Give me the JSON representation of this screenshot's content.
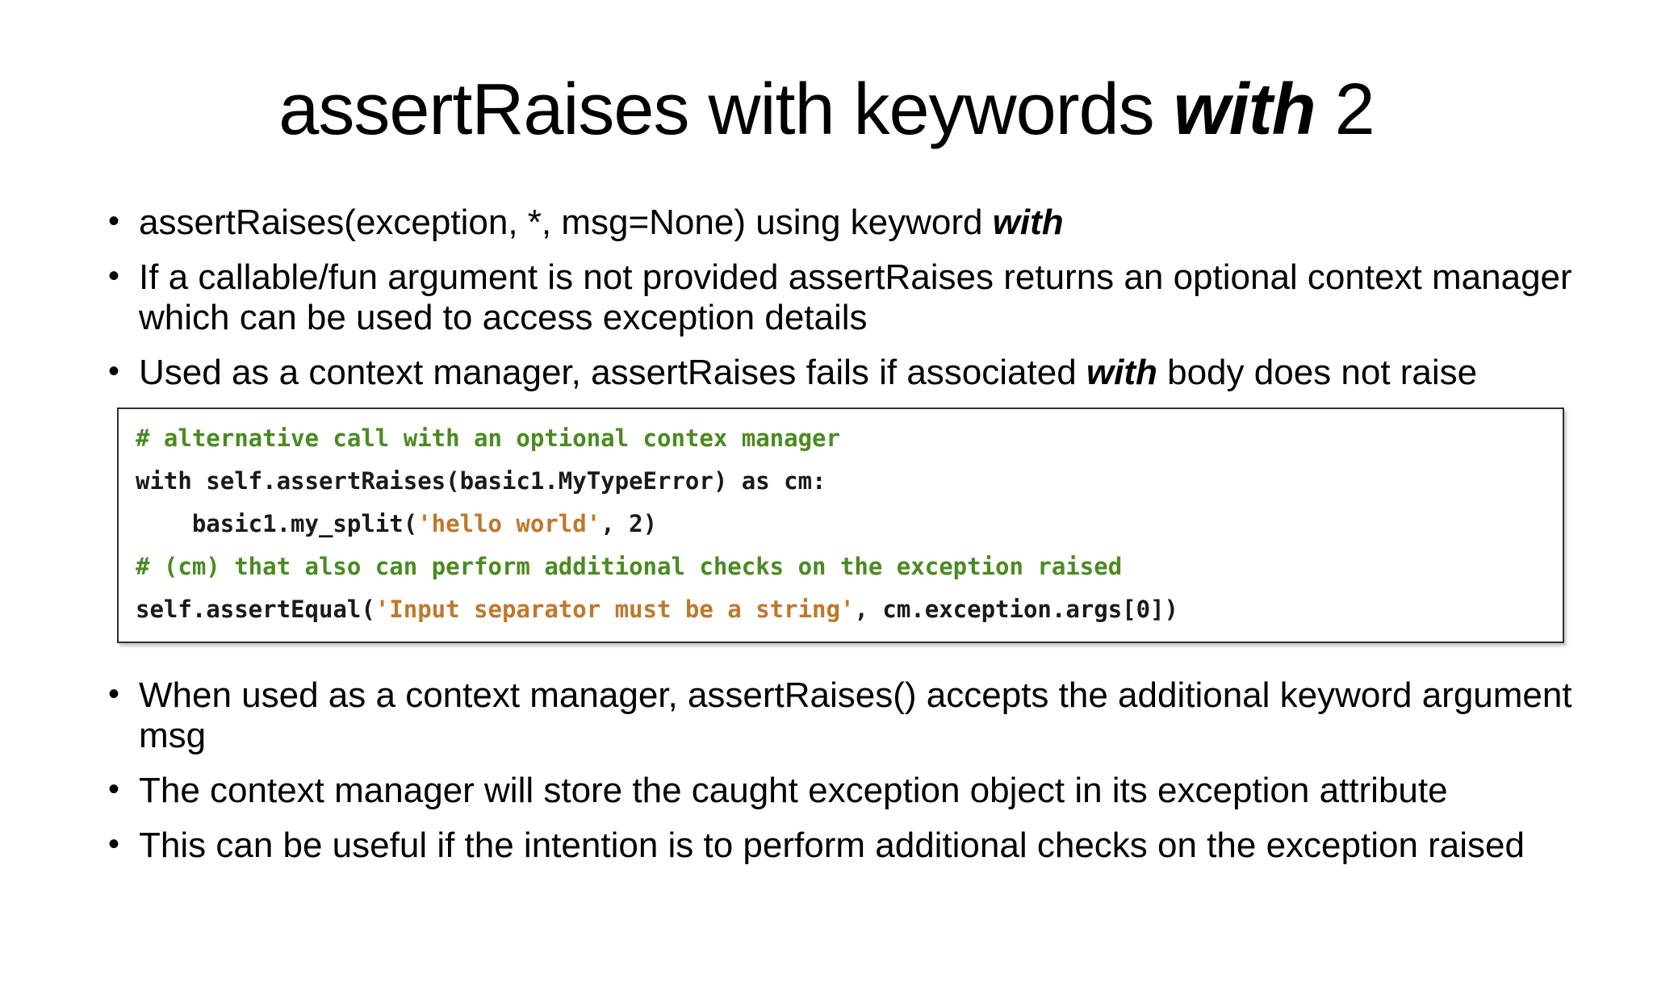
{
  "slide": {
    "title": {
      "segments": [
        {
          "text": "assertRaises with keywords "
        },
        {
          "text": "with",
          "em": true
        },
        {
          "text": " 2"
        }
      ]
    },
    "bullets_top": [
      {
        "segments": [
          {
            "text": "assertRaises(exception, *, msg=None) using keyword "
          },
          {
            "text": "with",
            "em": true
          }
        ]
      },
      {
        "segments": [
          {
            "text": "If a callable/fun argument is not provided assertRaises returns an optional context manager which can be used to access exception details"
          }
        ]
      },
      {
        "segments": [
          {
            "text": "Used as a context manager, assertRaises fails if associated "
          },
          {
            "text": "with",
            "em": true
          },
          {
            "text": " body does not raise"
          }
        ]
      }
    ],
    "code_block": {
      "lines": [
        {
          "segments": [
            {
              "text": "# alternative call with an optional contex manager",
              "type": "comment"
            }
          ]
        },
        {
          "segments": [
            {
              "text": "with self.assertRaises(basic1.MyTypeError) as cm:",
              "type": "code"
            }
          ]
        },
        {
          "segments": [
            {
              "text": "    basic1.my_split(",
              "type": "code"
            },
            {
              "text": "'hello world'",
              "type": "string"
            },
            {
              "text": ", 2)",
              "type": "code"
            }
          ]
        },
        {
          "segments": [
            {
              "text": "# (cm) that also can perform additional checks on the exception raised",
              "type": "comment"
            }
          ]
        },
        {
          "segments": [
            {
              "text": "self.assertEqual(",
              "type": "code"
            },
            {
              "text": "'Input separator must be a string'",
              "type": "string"
            },
            {
              "text": ", cm.exception.args[0])",
              "type": "code"
            }
          ]
        }
      ]
    },
    "bullets_bottom": [
      {
        "segments": [
          {
            "text": "When used as a context manager, assertRaises() accepts the additional keyword argument msg"
          }
        ]
      },
      {
        "segments": [
          {
            "text": "The context manager will store the caught exception object in its exception attribute"
          }
        ]
      },
      {
        "segments": [
          {
            "text": "This can be useful if the intention is to perform additional checks on the exception raised"
          }
        ]
      }
    ],
    "colors": {
      "comment": "#4a8b21",
      "string": "#c1772a",
      "code": "#1a1a1a",
      "text": "#000000",
      "box_border": "#2f2f2f",
      "background": "#ffffff"
    }
  }
}
